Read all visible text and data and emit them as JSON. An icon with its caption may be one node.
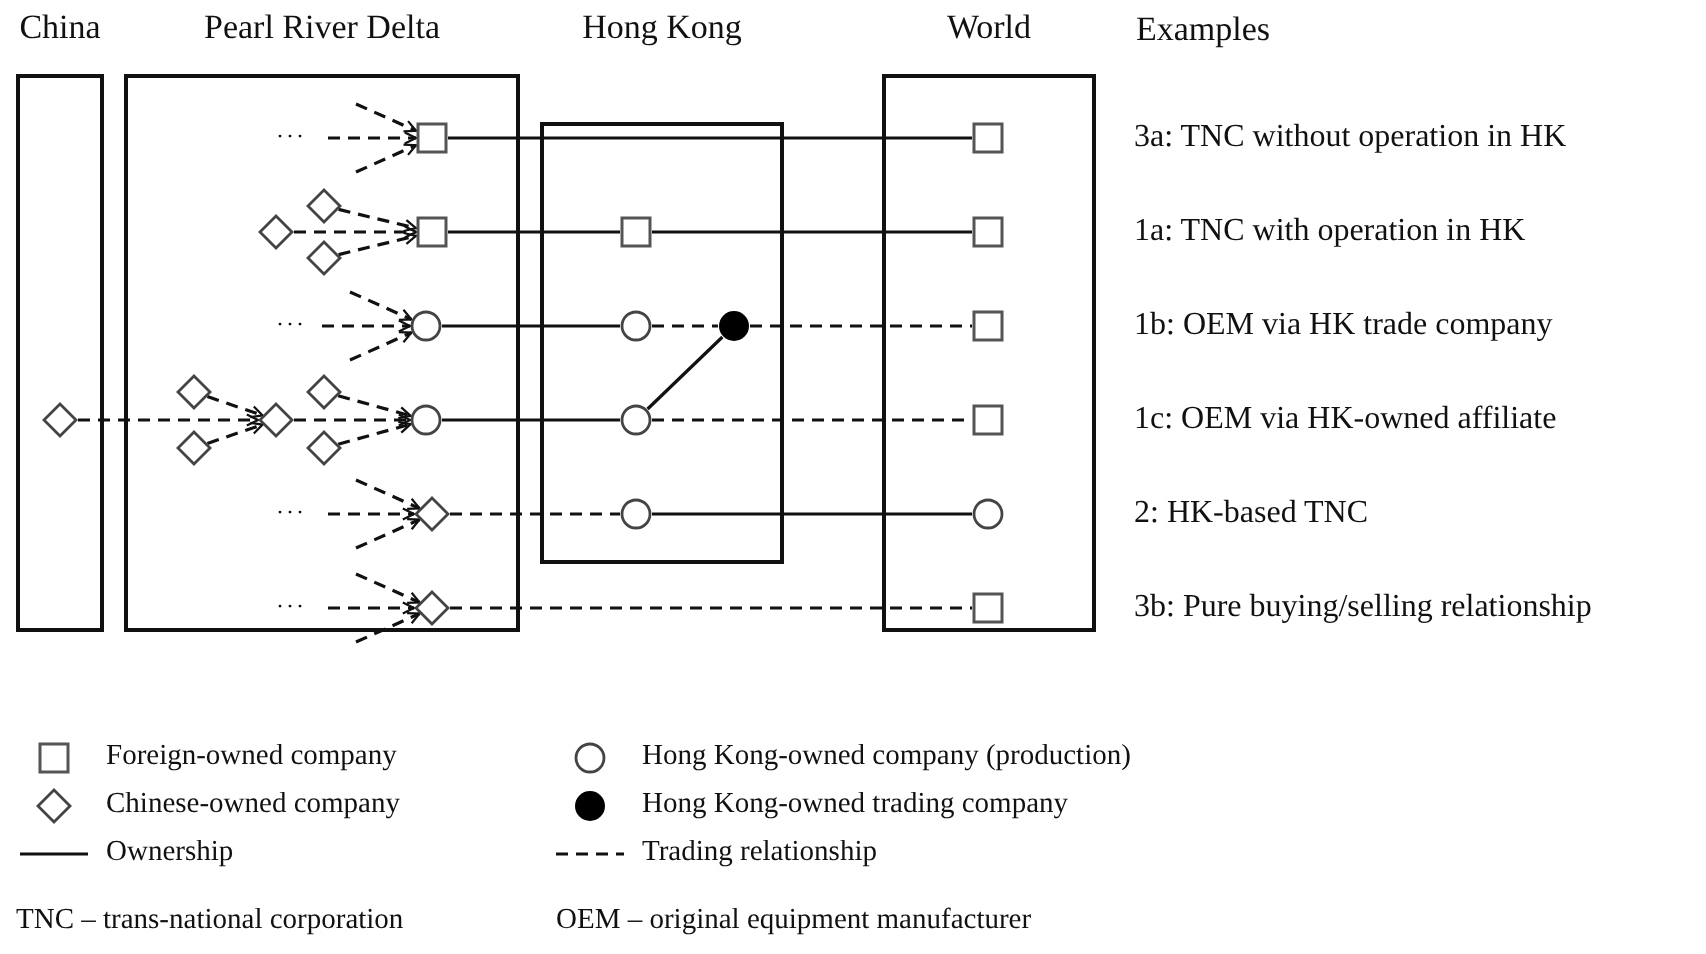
{
  "diagram": {
    "nodes": [
      {
        "text": [
          "China"
        ]
      },
      {
        "text": [
          "Pearl River Delta"
        ]
      },
      {
        "text": [
          "Hong Kong"
        ]
      },
      {
        "text": [
          "World"
        ]
      },
      {
        "text": [],
        "shape": "box",
        "in": 1
      },
      {
        "text": [],
        "shape": "box",
        "in": 3
      },
      {
        "text": [],
        "shape": "diamond",
        "in": 1
      },
      {
        "text": [],
        "shape": "diamond",
        "in": 1
      },
      {
        "text": [],
        "shape": "diamond",
        "in": 1
      },
      {
        "text": [],
        "shape": "box",
        "in": 1
      },
      {
        "text": [],
        "shape": "box",
        "in": 2
      },
      {
        "text": [],
        "shape": "box",
        "in": 3
      },
      {
        "text": [],
        "shape": "circle",
        "in": 1
      },
      {
        "text": [],
        "shape": "circle",
        "in": 2
      },
      {
        "text": [],
        "shape": "dot",
        "in": 2
      },
      {
        "text": [],
        "shape": "box",
        "in": 3
      },
      {
        "text": [],
        "shape": "diamond",
        "in": 0
      },
      {
        "text": [],
        "shape": "diamond",
        "in": 1
      },
      {
        "text": [],
        "shape": "diamond",
        "in": 1
      },
      {
        "text": [],
        "shape": "diamond",
        "in": 1
      },
      {
        "text": [],
        "shape": "diamond",
        "in": 1
      },
      {
        "text": [],
        "shape": "diamond",
        "in": 1
      },
      {
        "text": [],
        "shape": "circle",
        "in": 1
      },
      {
        "text": [],
        "shape": "circle",
        "in": 2
      },
      {
        "text": [],
        "shape": "box",
        "in": 3
      },
      {
        "text": [],
        "shape": "diamond",
        "in": 1
      },
      {
        "text": [],
        "shape": "circle",
        "in": 2
      },
      {
        "text": [],
        "shape": "circle",
        "in": 3
      },
      {
        "text": [],
        "shape": "diamond",
        "in": 1
      },
      {
        "text": [],
        "shape": "box",
        "in": 3
      }
    ],
    "edges": [
      {
        "from": null,
        "to": 4,
        "arrow": "to",
        "style": "dashed"
      },
      {
        "from": null,
        "to": 4,
        "arrow": "to",
        "style": "dashed"
      },
      {
        "from": null,
        "to": 4,
        "arrow": "to",
        "style": "dashed"
      },
      {
        "from": 4,
        "to": 5,
        "arrow": "none"
      },
      {
        "from": 7,
        "to": 9,
        "arrow": "to",
        "style": "dashed"
      },
      {
        "from": 6,
        "to": 9,
        "arrow": "to",
        "style": "dashed"
      },
      {
        "from": 8,
        "to": 9,
        "arrow": "to",
        "style": "dashed"
      },
      {
        "from": 9,
        "to": 10,
        "arrow": "none"
      },
      {
        "from": 10,
        "to": 11,
        "arrow": "none"
      },
      {
        "from": null,
        "to": 12,
        "arrow": "to",
        "style": "dashed"
      },
      {
        "from": null,
        "to": 12,
        "arrow": "to",
        "style": "dashed"
      },
      {
        "from": null,
        "to": 12,
        "arrow": "to",
        "style": "dashed"
      },
      {
        "from": 12,
        "to": 13,
        "arrow": "none"
      },
      {
        "from": 13,
        "to": 14,
        "arrow": "none",
        "style": "dashed"
      },
      {
        "from": 14,
        "to": 15,
        "arrow": "none",
        "style": "dashed"
      },
      {
        "from": 16,
        "to": 19,
        "arrow": "to",
        "style": "dashed"
      },
      {
        "from": 17,
        "to": 19,
        "arrow": "to",
        "style": "dashed"
      },
      {
        "from": 18,
        "to": 19,
        "arrow": "to",
        "style": "dashed"
      },
      {
        "from": 20,
        "to": 22,
        "arrow": "to",
        "style": "dashed"
      },
      {
        "from": 19,
        "to": 22,
        "arrow": "to",
        "style": "dashed"
      },
      {
        "from": 21,
        "to": 22,
        "arrow": "to",
        "style": "dashed"
      },
      {
        "from": 22,
        "to": 23,
        "arrow": "none"
      },
      {
        "from": 23,
        "to": 14,
        "arrow": "none"
      },
      {
        "from": 23,
        "to": 24,
        "arrow": "none",
        "style": "dashed"
      },
      {
        "from": null,
        "to": 25,
        "arrow": "to",
        "style": "dashed"
      },
      {
        "from": null,
        "to": 25,
        "arrow": "to",
        "style": "dashed"
      },
      {
        "from": null,
        "to": 25,
        "arrow": "to",
        "style": "dashed"
      },
      {
        "from": 25,
        "to": 26,
        "arrow": "none",
        "style": "dashed"
      },
      {
        "from": 26,
        "to": 27,
        "arrow": "none"
      },
      {
        "from": null,
        "to": 28,
        "arrow": "to",
        "style": "dashed"
      },
      {
        "from": null,
        "to": 28,
        "arrow": "to",
        "style": "dashed"
      },
      {
        "from": null,
        "to": 28,
        "arrow": "to",
        "style": "dashed"
      },
      {
        "from": 28,
        "to": 29,
        "arrow": "none",
        "style": "dashed"
      }
    ],
    "labels": [
      "Examples",
      "···",
      "3a: TNC without operation in HK",
      "1a: TNC with operation in HK",
      "···",
      "1b: OEM via HK trade company",
      "1c: OEM via HK-owned affiliate",
      "···",
      "2: HK-based TNC",
      "···",
      "3b: Pure buying/selling relationship",
      "TNC – trans-national corporation",
      "OEM – original equipment manufacturer"
    ],
    "legend": [
      {
        "text": "Foreign-owned company"
      },
      {
        "text": "Hong Kong-owned company (production)"
      },
      {
        "text": "Chinese-owned company"
      },
      {
        "text": "Hong Kong-owned trading company"
      },
      {
        "text": "Ownership"
      },
      {
        "text": "Trading relationship"
      }
    ]
  }
}
